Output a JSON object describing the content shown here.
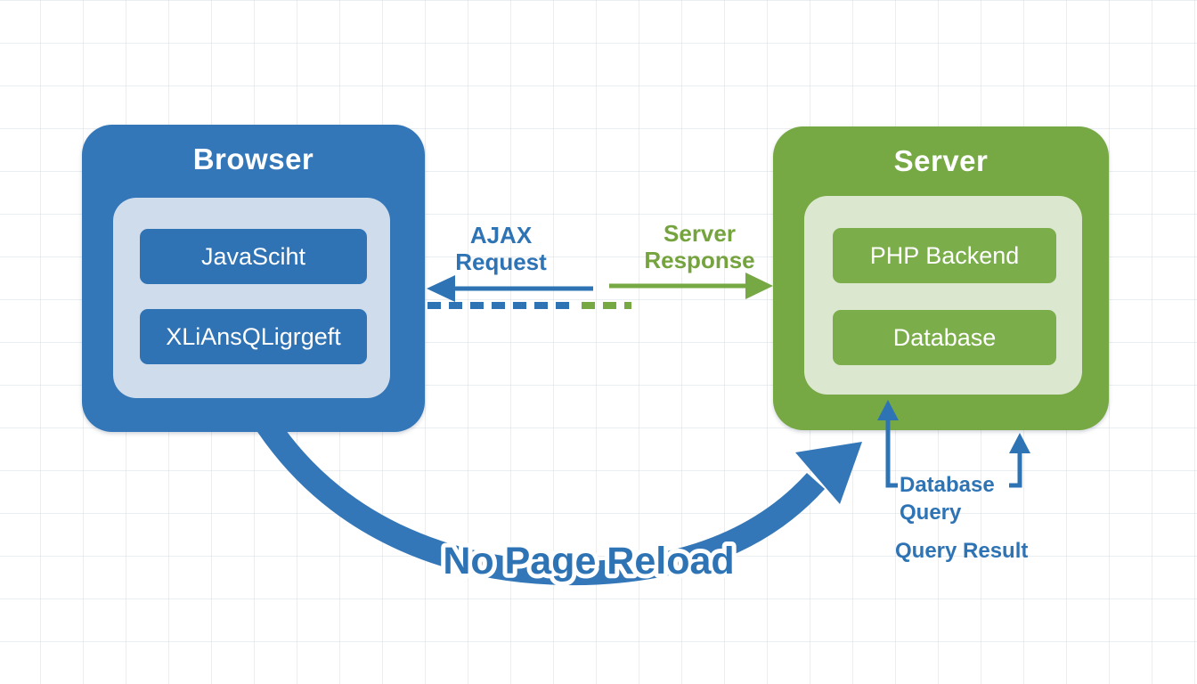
{
  "browser": {
    "title": "Browser",
    "components": [
      {
        "label": "JavaSciht"
      },
      {
        "label": "XLiAnsQLigrgeft"
      }
    ]
  },
  "server": {
    "title": "Server",
    "components": [
      {
        "label": "PHP Backend"
      },
      {
        "label": "Database"
      }
    ]
  },
  "labels": {
    "ajax_request": {
      "line1": "AJAX",
      "line2": "Request"
    },
    "server_response": {
      "line1": "Server",
      "line2": "Response"
    },
    "no_page_reload": "No Page Reload",
    "database_query": {
      "line1": "Database",
      "line2": "Query"
    },
    "query_result": "Query Result"
  },
  "colors": {
    "browser_box": "#3377b8",
    "browser_panel": "#cfdcec",
    "browser_button": "#2f73b4",
    "server_box": "#76a843",
    "server_panel": "#dce7d0",
    "server_button": "#7bad4a",
    "arrow_blue": "#2e74b5",
    "arrow_green": "#76a843",
    "label_blue": "#2e74b5",
    "label_green": "#75a33d"
  }
}
